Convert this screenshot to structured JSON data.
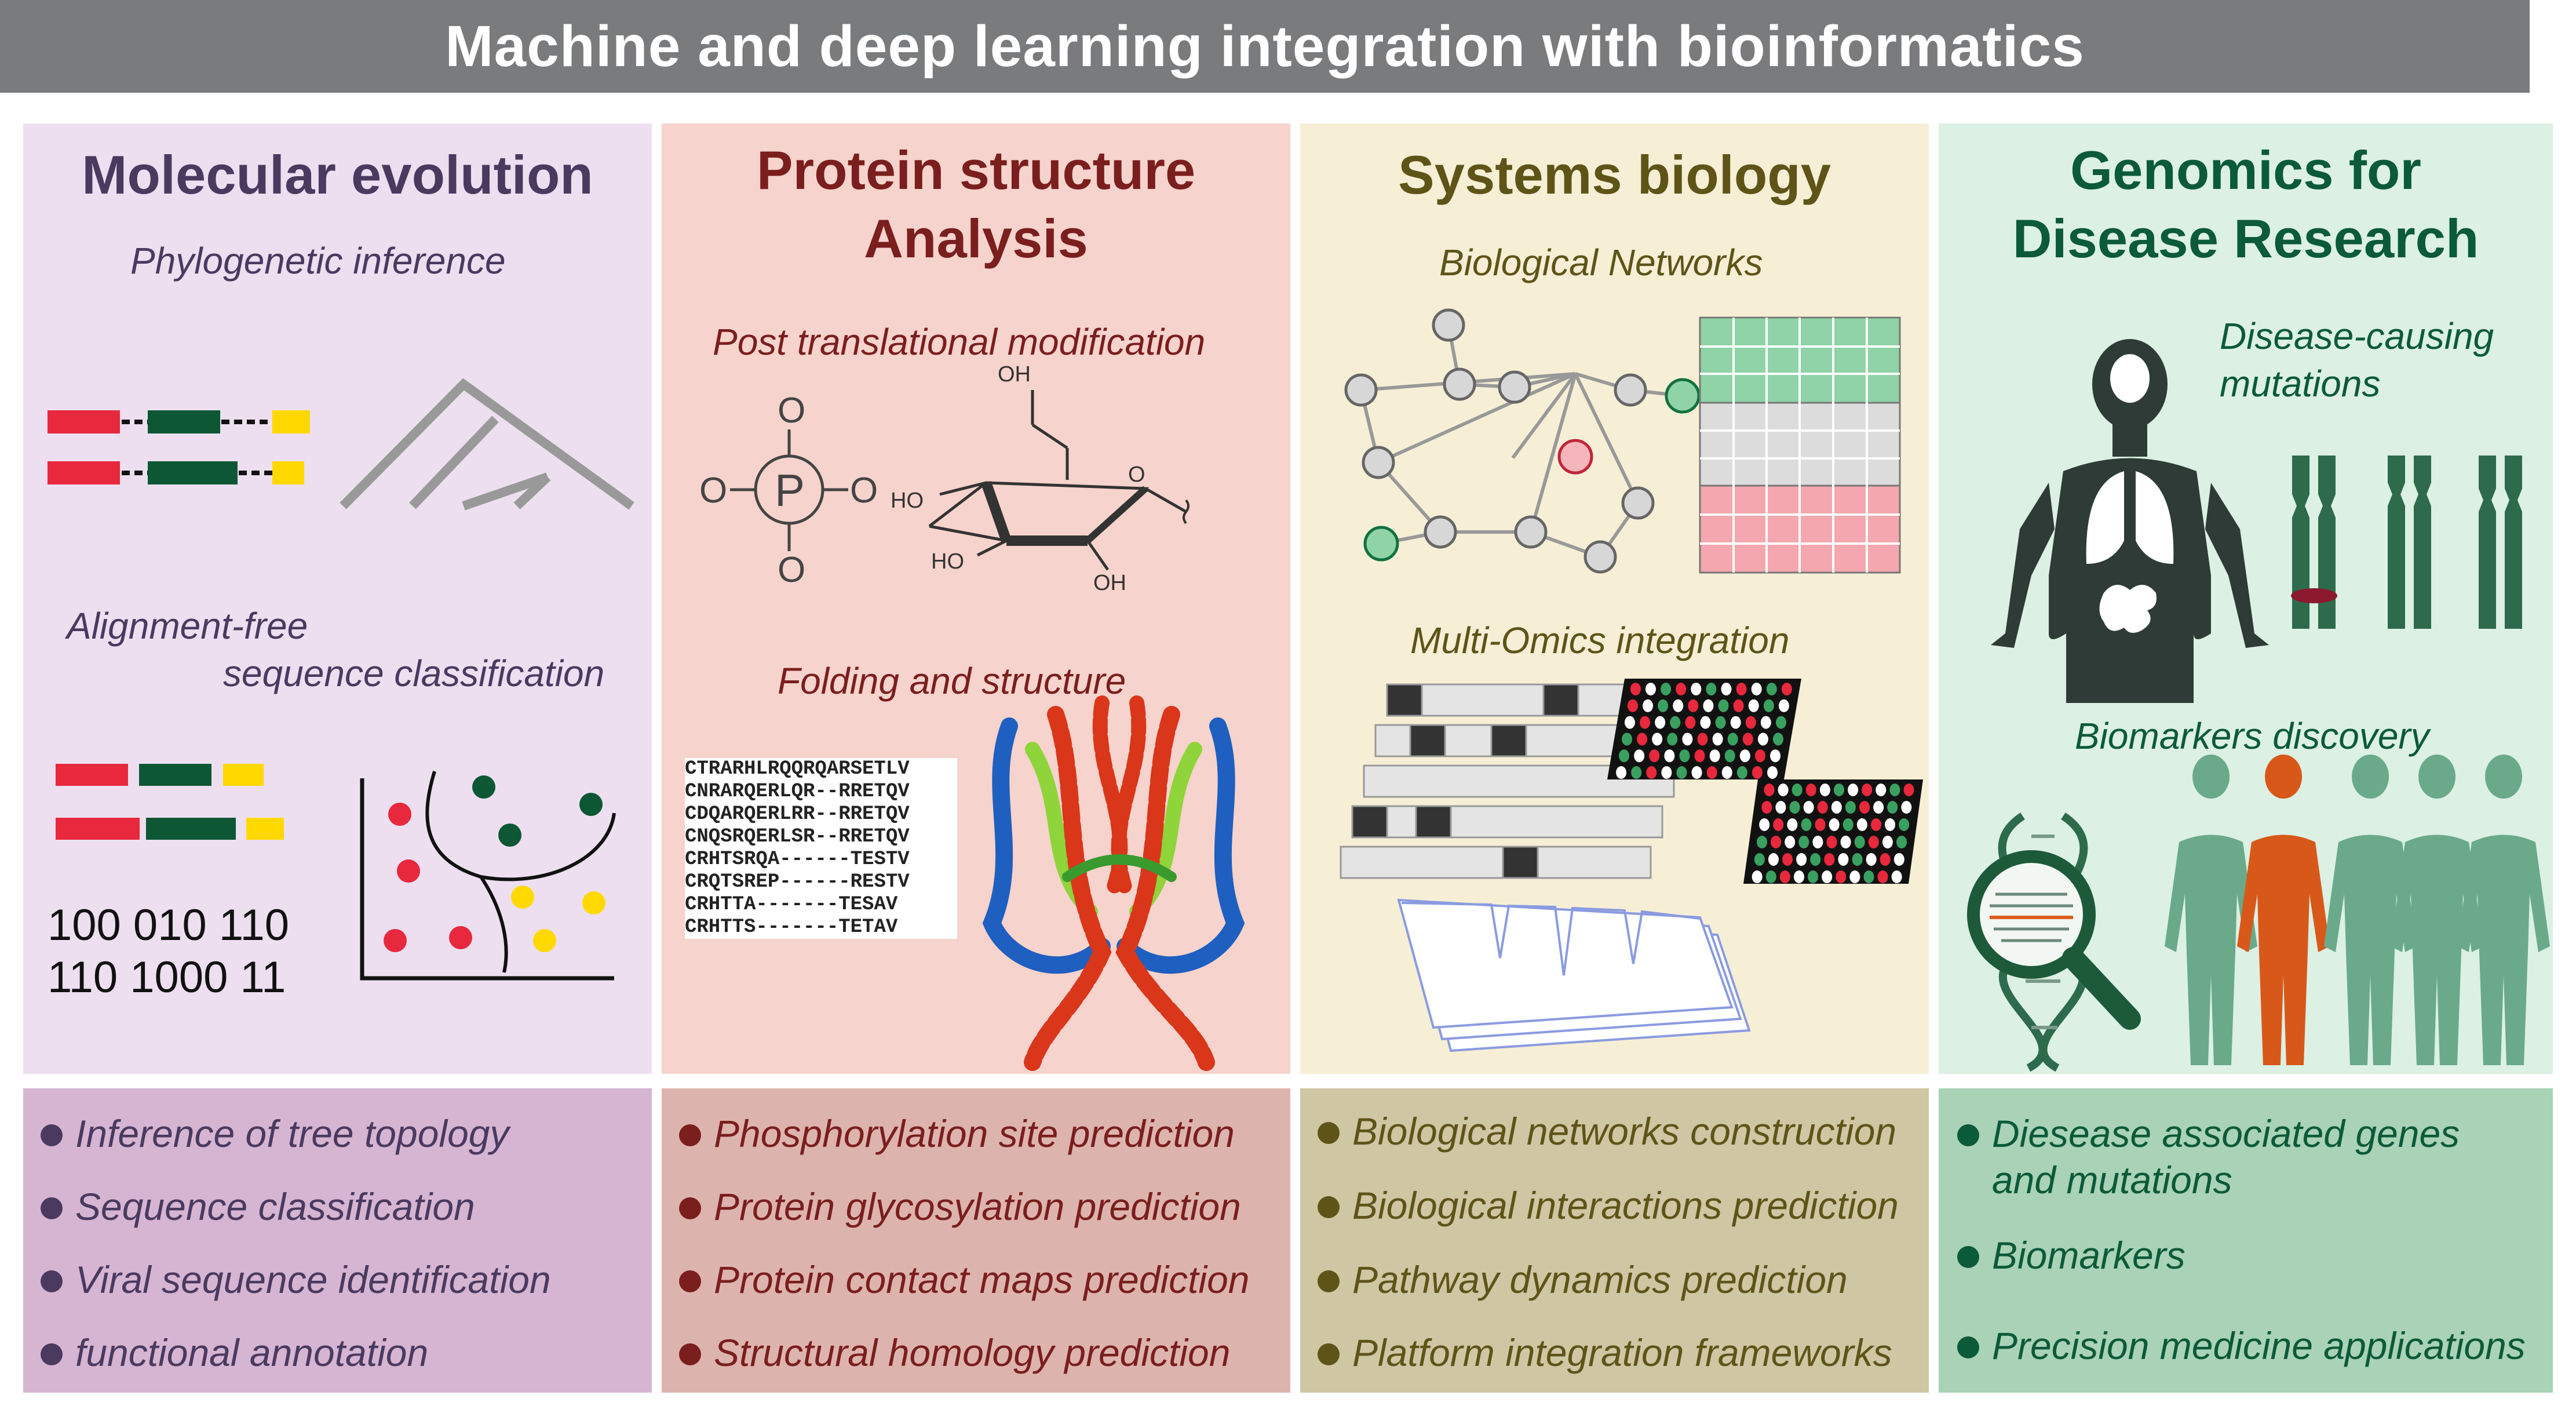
{
  "title": "Machine and deep learning integration with bioinformatics",
  "colors": {
    "banner": "#7a7b7d",
    "panel1": "#eddff0",
    "panel1_bottom": "#d6b5d2",
    "text1": "#4a3a60",
    "panel2": "#f6d3cc",
    "panel2_bottom": "#ddb4ad",
    "text2": "#7a1e1e",
    "panel3": "#f6efd6",
    "panel3_bottom": "#cfc6a4",
    "text3": "#5e5418",
    "panel4": "#dcf0e4",
    "panel4_bottom": "#a9d2b6",
    "text4": "#0b5a3a"
  },
  "panels": [
    {
      "title": "Molecular evolution",
      "subtitles": [
        "Phylogenetic inference",
        "Alignment-free",
        "sequence classification"
      ],
      "binary": [
        "100 010 110",
        "110 1000 11"
      ],
      "items": [
        "Inference of tree topology",
        "Sequence classification",
        "Viral sequence identification",
        "functional annotation"
      ]
    },
    {
      "title_lines": [
        "Protein structure",
        "Analysis"
      ],
      "subtitles": [
        "Post translational modification",
        "Folding and structure"
      ],
      "glyphs": {
        "phosphorus": "P",
        "oxygen": "O",
        "hydroxyl": "OH",
        "hydroxyl_left": "HO"
      },
      "sequences": [
        "CTRARHLRQQRQARSETLV",
        "CNRARQERLQR--RRETQV",
        "CDQARQERLRR--RRETQV",
        "CNQSRQERLSR--RRETQV",
        "CRHTSRQA------TESTV",
        "CRQTSREP------RESTV",
        "CRHTTA-------TESAV",
        "CRHTTS-------TETAV"
      ],
      "items": [
        "Phosphorylation site prediction",
        "Protein glycosylation prediction",
        "Protein contact maps prediction",
        "Structural homology prediction"
      ]
    },
    {
      "title": "Systems biology",
      "subtitles": [
        "Biological Networks",
        "Multi-Omics integration"
      ],
      "items": [
        "Biological networks construction",
        "Biological interactions prediction",
        "Pathway dynamics prediction",
        "Platform integration frameworks"
      ]
    },
    {
      "title_lines": [
        "Genomics for",
        "Disease Research"
      ],
      "subtitles": [
        "Disease-causing",
        "mutations",
        "Biomarkers discovery"
      ],
      "items": [
        "Diesease associated genes",
        "and mutations",
        "Biomarkers",
        "Precision medicine applications"
      ]
    }
  ]
}
